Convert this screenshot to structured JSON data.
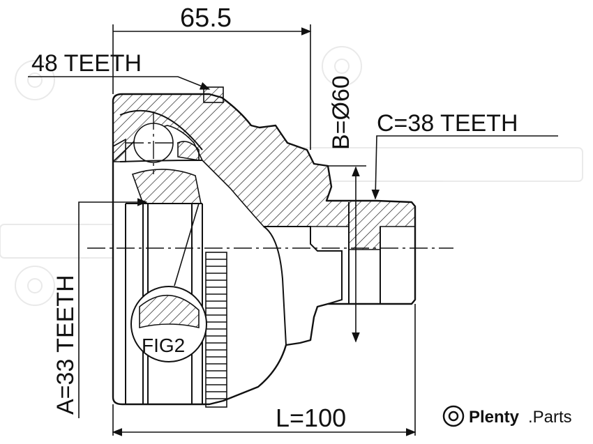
{
  "labels": {
    "top_dimension": "65.5",
    "outer_teeth": "48 TEETH",
    "c_teeth": "C=38 TEETH",
    "b_diameter": "B=Ø60",
    "a_teeth": "A=33 TEETH",
    "fig_ref": "FIG2",
    "length": "L=100"
  },
  "brand": {
    "name": "Plenty",
    "suffix": ".Parts"
  }
}
